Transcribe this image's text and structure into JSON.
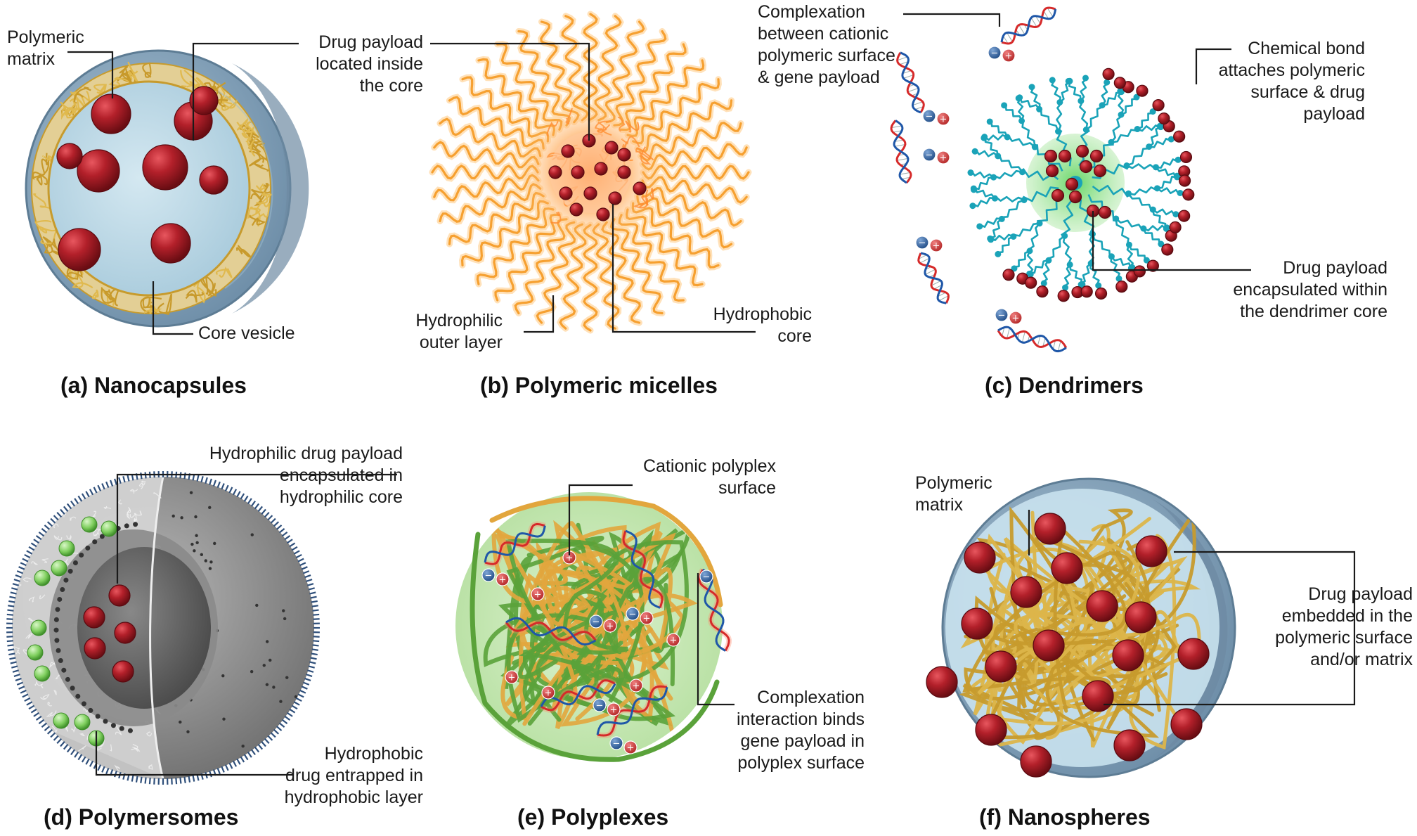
{
  "colors": {
    "drug_red": "#b3202a",
    "shell_blue": "#8aa7bf",
    "core_blue": "#bcd8e6",
    "polymer_gold": "#d8aa3a",
    "micelle_orange": "#ffb347",
    "dendrimer_teal": "#1aa3b8",
    "hydrophobic_green": "#86d36b",
    "dna_blue": "#1f57a8",
    "dna_red": "#d62a2a",
    "polyplex_green": "#5aa23a",
    "membrane_grey": "#7b7b7b"
  },
  "panels": [
    {
      "title": "(a) Nanocapsules",
      "labels": {
        "polymeric_matrix": [
          "Polymeric",
          "matrix"
        ],
        "drug_payload": [
          "Drug payload",
          "located inside",
          "the core"
        ],
        "core_vesicle": [
          "Core vesicle"
        ]
      }
    },
    {
      "title": "(b) Polymeric micelles",
      "labels": {
        "hydrophilic": [
          "Hydrophilic",
          "outer layer"
        ],
        "hydrophobic": [
          "Hydrophobic",
          "core"
        ]
      }
    },
    {
      "title": "(c) Dendrimers",
      "labels": {
        "complexation": [
          "Complexation",
          "between cationic",
          "polymeric surface",
          "& gene payload"
        ],
        "chemical_bond": [
          "Chemical bond",
          "attaches polymeric",
          "surface & drug",
          "payload"
        ],
        "encapsulated": [
          "Drug payload",
          "encapsulated within",
          "the dendrimer core"
        ]
      }
    },
    {
      "title": "(d) Polymersomes",
      "labels": {
        "hydrophilic_drug": [
          "Hydrophilic drug payload",
          "encapsulated in",
          "hydrophilic core"
        ],
        "hydrophobic_drug": [
          "Hydrophobic",
          "drug entrapped in",
          "hydrophobic layer"
        ]
      }
    },
    {
      "title": "(e) Polyplexes",
      "labels": {
        "cationic_surface": [
          "Cationic polyplex",
          "surface"
        ],
        "complexation": [
          "Complexation",
          "interaction binds",
          "gene payload in",
          "polyplex surface"
        ]
      }
    },
    {
      "title": "(f) Nanospheres",
      "labels": {
        "polymeric_matrix": [
          "Polymeric",
          "matrix"
        ],
        "drug_payload": [
          "Drug payload",
          "embedded in the",
          "polymeric surface",
          "and/or matrix"
        ]
      }
    }
  ],
  "charges": {
    "negative": "−",
    "positive": "+"
  }
}
